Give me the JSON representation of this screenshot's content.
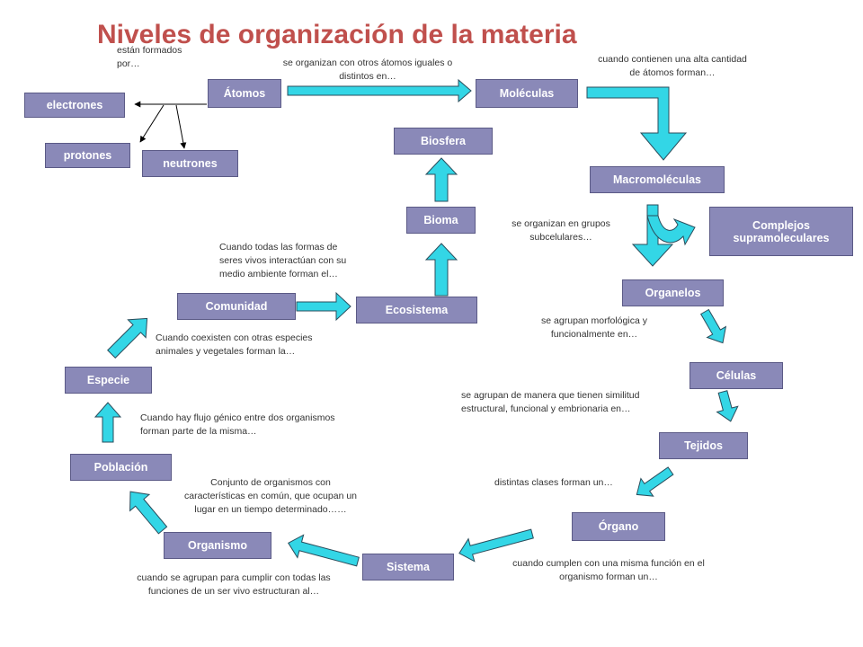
{
  "title": "Niveles de organización de la materia",
  "colors": {
    "box_fill": "#8a89b8",
    "box_border": "#5b5a86",
    "arrow_fill": "#33d6e6",
    "arrow_stroke": "#2a4d5c",
    "title": "#c0504d"
  },
  "icons": {
    "flow_arrow": "block-arrow",
    "branch_arrow": "thin-arrow"
  },
  "levels": {
    "atomos": "Átomos",
    "electrones": "electrones",
    "protones": "protones",
    "neutrones": "neutrones",
    "moleculas": "Moléculas",
    "macromoleculas": "Macromoléculas",
    "complejos": "Complejos supramoleculares",
    "organelos": "Organelos",
    "celulas": "Células",
    "tejidos": "Tejidos",
    "organo": "Órgano",
    "sistema": "Sistema",
    "organismo": "Organismo",
    "poblacion": "Población",
    "especie": "Especie",
    "comunidad": "Comunidad",
    "ecosistema": "Ecosistema",
    "bioma": "Bioma",
    "biosfera": "Biosfera"
  },
  "captions": {
    "formados": "están formados\npor…",
    "organizan_atomos": "se organizan con otros átomos iguales o\ndistintos en…",
    "alta_cantidad": "cuando contienen  una alta cantidad\nde átomos  forman…",
    "subcelulares": "se organizan en grupos\nsubcelulares…",
    "morfologica": "se agrupan morfológica y\nfuncionalmente en…",
    "similitud": "se agrupan de  manera que tienen similitud\nestructural, funcional y embrionaria en…",
    "clases": "distintas  clases forman un…",
    "misma_funcion": "cuando cumplen con una misma  función en el\norganismo forman un…",
    "todas_funciones": "cuando se agrupan para cumplir con todas las\nfunciones de un ser vivo estructuran al…",
    "conjunto": "Conjunto de organismos  con\ncaracterísticas en común, que ocupan un\nlugar en un tiempo determinado……",
    "flujo_genico": "Cuando hay flujo génico entre dos organismos\nforman parte de la misma…",
    "coexisten": "Cuando coexisten con otras especies\nanimales y vegetales forman la…",
    "todas_formas": "Cuando todas las formas de\nseres vivos interactúan con su\nmedio ambiente forman el…"
  }
}
